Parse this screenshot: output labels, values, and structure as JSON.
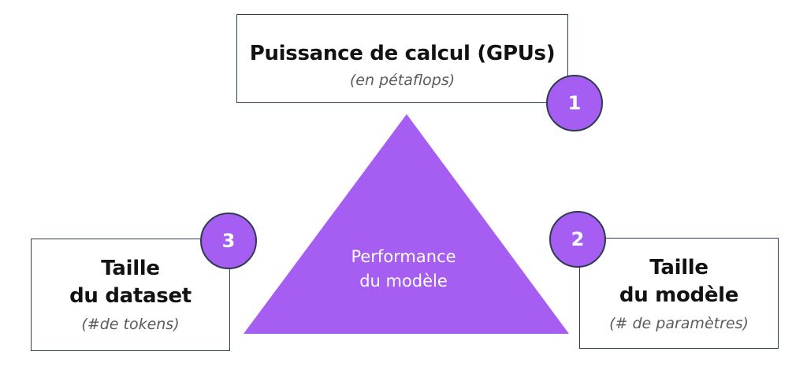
{
  "diagram": {
    "top": {
      "number": "1",
      "title": "Puissance de calcul (GPUs)",
      "subtitle": "(en pétaflops)"
    },
    "right": {
      "number": "2",
      "title_line1": "Taille",
      "title_line2": "du modèle",
      "subtitle": "(# de paramètres)"
    },
    "left": {
      "number": "3",
      "title_line1": "Taille",
      "title_line2": "du dataset",
      "subtitle": "(#de tokens)"
    },
    "center": {
      "line1": "Performance",
      "line2": "du modèle"
    }
  },
  "colors": {
    "accent": "#a65ef2",
    "border": "#2f3b4f",
    "text": "#121212",
    "subtitle": "#5b5b5b"
  }
}
